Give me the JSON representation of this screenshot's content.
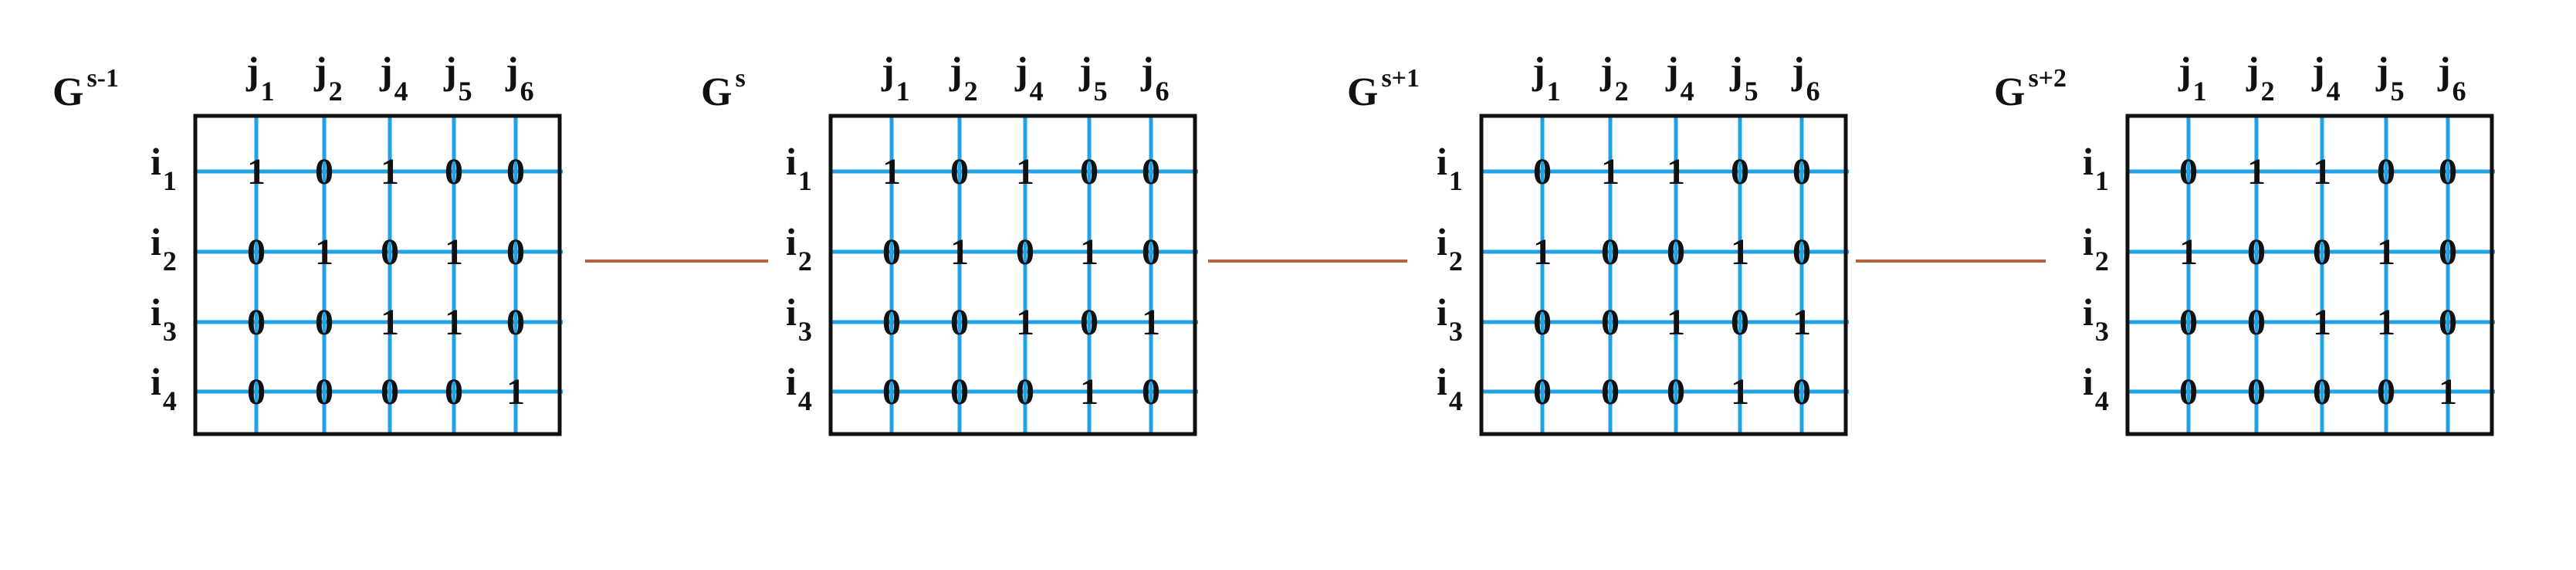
{
  "colors": {
    "grid_line": "#1fa3e4",
    "box_border": "#111111",
    "connector": "#b3643e",
    "text": "#111111"
  },
  "columns": [
    {
      "base": "j",
      "sub": "1"
    },
    {
      "base": "j",
      "sub": "2"
    },
    {
      "base": "j",
      "sub": "4"
    },
    {
      "base": "j",
      "sub": "5"
    },
    {
      "base": "j",
      "sub": "6"
    }
  ],
  "rows": [
    {
      "base": "i",
      "sub": "1"
    },
    {
      "base": "i",
      "sub": "2"
    },
    {
      "base": "i",
      "sub": "3"
    },
    {
      "base": "i",
      "sub": "4"
    }
  ],
  "matrices": [
    {
      "base": "G",
      "sup": "s-1",
      "values": [
        [
          "1",
          "0",
          "1",
          "0",
          "0"
        ],
        [
          "0",
          "1",
          "0",
          "1",
          "0"
        ],
        [
          "0",
          "0",
          "1",
          "1",
          "0"
        ],
        [
          "0",
          "0",
          "0",
          "0",
          "1"
        ]
      ]
    },
    {
      "base": "G",
      "sup": "s",
      "values": [
        [
          "1",
          "0",
          "1",
          "0",
          "0"
        ],
        [
          "0",
          "1",
          "0",
          "1",
          "0"
        ],
        [
          "0",
          "0",
          "1",
          "0",
          "1"
        ],
        [
          "0",
          "0",
          "0",
          "1",
          "0"
        ]
      ]
    },
    {
      "base": "G",
      "sup": "s+1",
      "values": [
        [
          "0",
          "1",
          "1",
          "0",
          "0"
        ],
        [
          "1",
          "0",
          "0",
          "1",
          "0"
        ],
        [
          "0",
          "0",
          "1",
          "0",
          "1"
        ],
        [
          "0",
          "0",
          "0",
          "1",
          "0"
        ]
      ]
    },
    {
      "base": "G",
      "sup": "s+2",
      "values": [
        [
          "0",
          "1",
          "1",
          "0",
          "0"
        ],
        [
          "1",
          "0",
          "0",
          "1",
          "0"
        ],
        [
          "0",
          "0",
          "1",
          "1",
          "0"
        ],
        [
          "0",
          "0",
          "0",
          "0",
          "1"
        ]
      ]
    }
  ]
}
